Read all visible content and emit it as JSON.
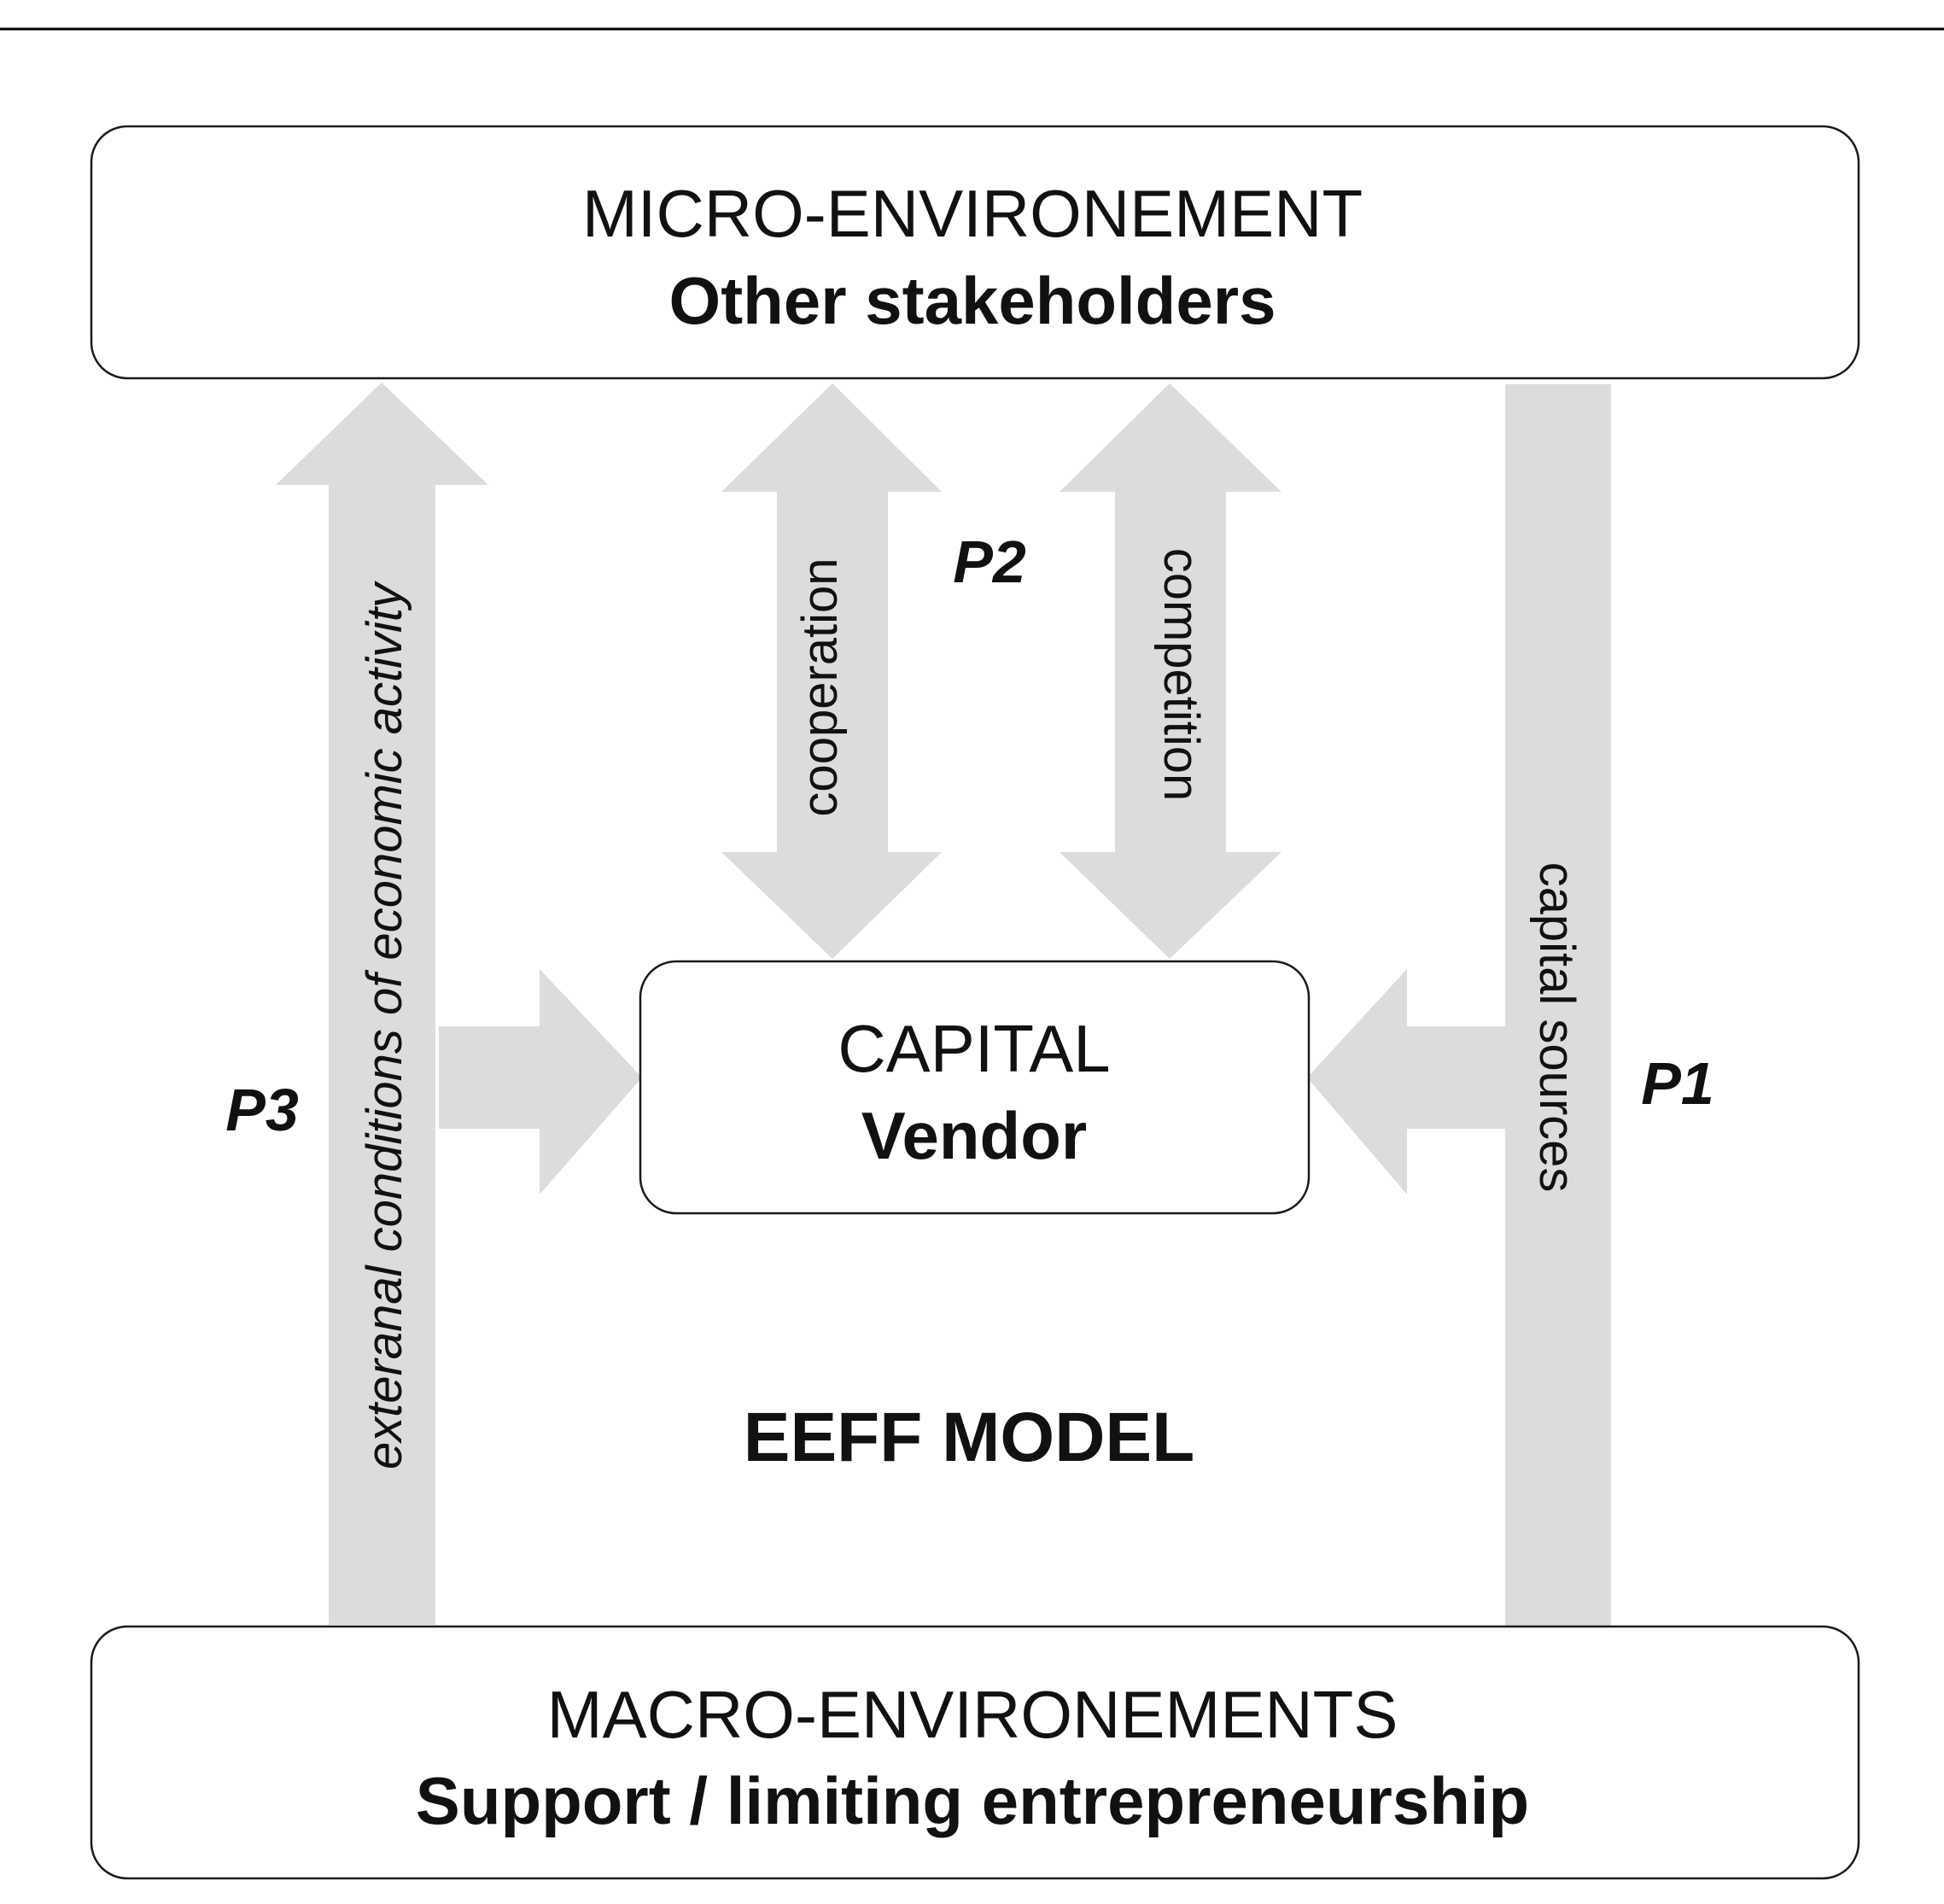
{
  "micro": {
    "title": "MICRO-ENVIRONEMENT",
    "subtitle": "Other stakeholders"
  },
  "macro": {
    "title": "MACRO-ENVIRONEMENTS",
    "subtitle": "Support / limiting entrepreneurship"
  },
  "capital": {
    "title": "CAPITAL",
    "subtitle": "Vendor"
  },
  "arrows": {
    "external": "exteranal conditions of economic activity",
    "cooperation": "cooperation",
    "competition": "competition",
    "capital_sources": "capital sources"
  },
  "labels": {
    "p1": "P1",
    "p2": "P2",
    "p3": "P3"
  },
  "model_title": "EEFF MODEL",
  "colors": {
    "arrow_fill": "#dcdcdc",
    "box_stroke": "#1a1a1a",
    "text": "#111111"
  }
}
